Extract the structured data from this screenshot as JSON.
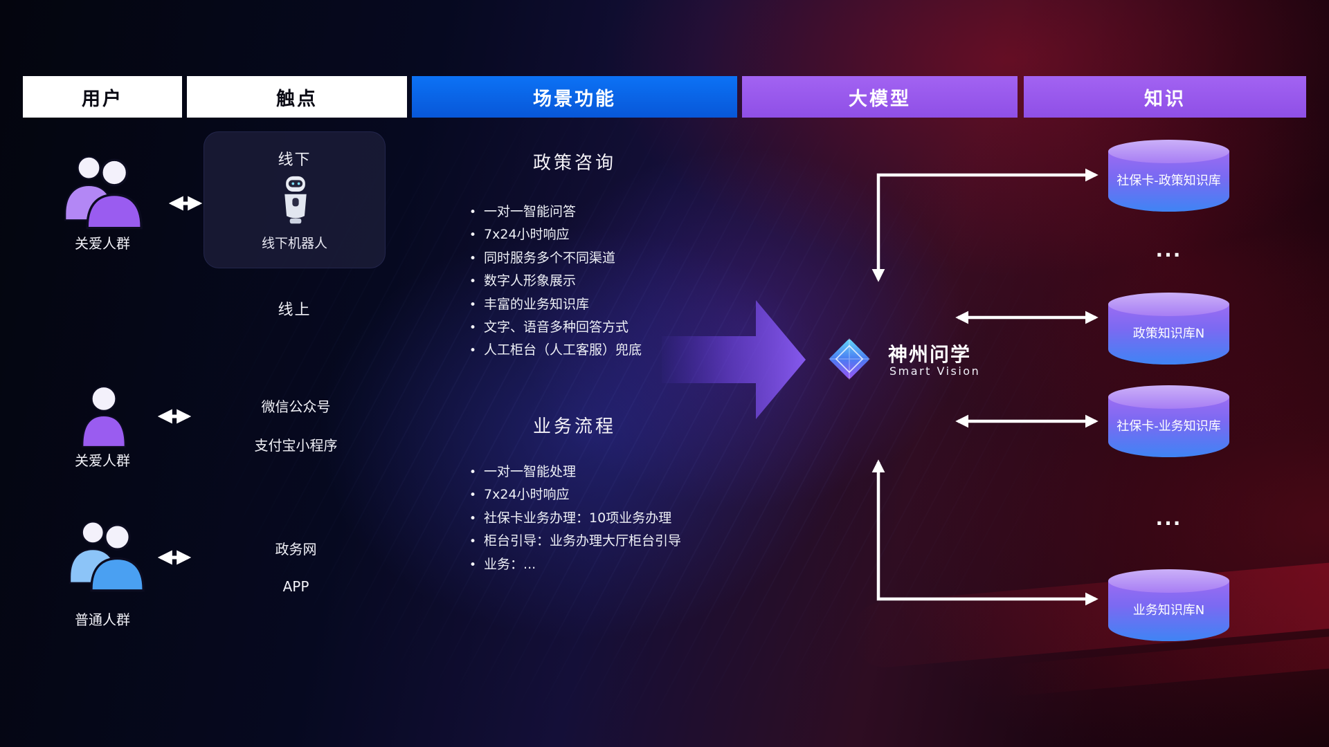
{
  "header": {
    "columns": [
      {
        "label": "用户"
      },
      {
        "label": "触点"
      },
      {
        "label": "场景功能"
      },
      {
        "label": "大模型"
      },
      {
        "label": "知识"
      }
    ]
  },
  "users": {
    "row1_label": "关爱人群",
    "row2_label": "关爱人群",
    "row3_label": "普通人群"
  },
  "touchpoints": {
    "offline_title": "线下",
    "offline_robot": "线下机器人",
    "online_title": "线上",
    "wechat": "微信公众号",
    "alipay": "支付宝小程序",
    "gov": "政务网",
    "app": "APP"
  },
  "scenarios": {
    "policy": {
      "title": "政策咨询",
      "items": [
        "一对一智能问答",
        "7x24小时响应",
        "同时服务多个不同渠道",
        "数字人形象展示",
        "丰富的业务知识库",
        "文字、语音多种回答方式",
        "人工柜台（人工客服）兜底"
      ]
    },
    "business": {
      "title": "业务流程",
      "items": [
        "一对一智能处理",
        "7x24小时响应",
        "社保卡业务办理：10项业务办理",
        "柜台引导：业务办理大厅柜台引导",
        "业务：..."
      ]
    }
  },
  "model": {
    "name": "神州问学",
    "subtitle": "Smart Vision"
  },
  "knowledge": {
    "db1": "社保卡-政策知识库",
    "dots1": "...",
    "db2": "政策知识库N",
    "db3": "社保卡-业务知识库",
    "dots2": "...",
    "db4": "业务知识库N"
  },
  "colors": {
    "header_blue": "#0c72f5",
    "header_purple": "#9c5bf2",
    "cylinder_top": "#cbb0f8",
    "cylinder_bottom": "#3f84f4",
    "user_purple": "#9a5cf0",
    "user_blue": "#4aa0f2",
    "arrow_white": "#ffffff"
  }
}
